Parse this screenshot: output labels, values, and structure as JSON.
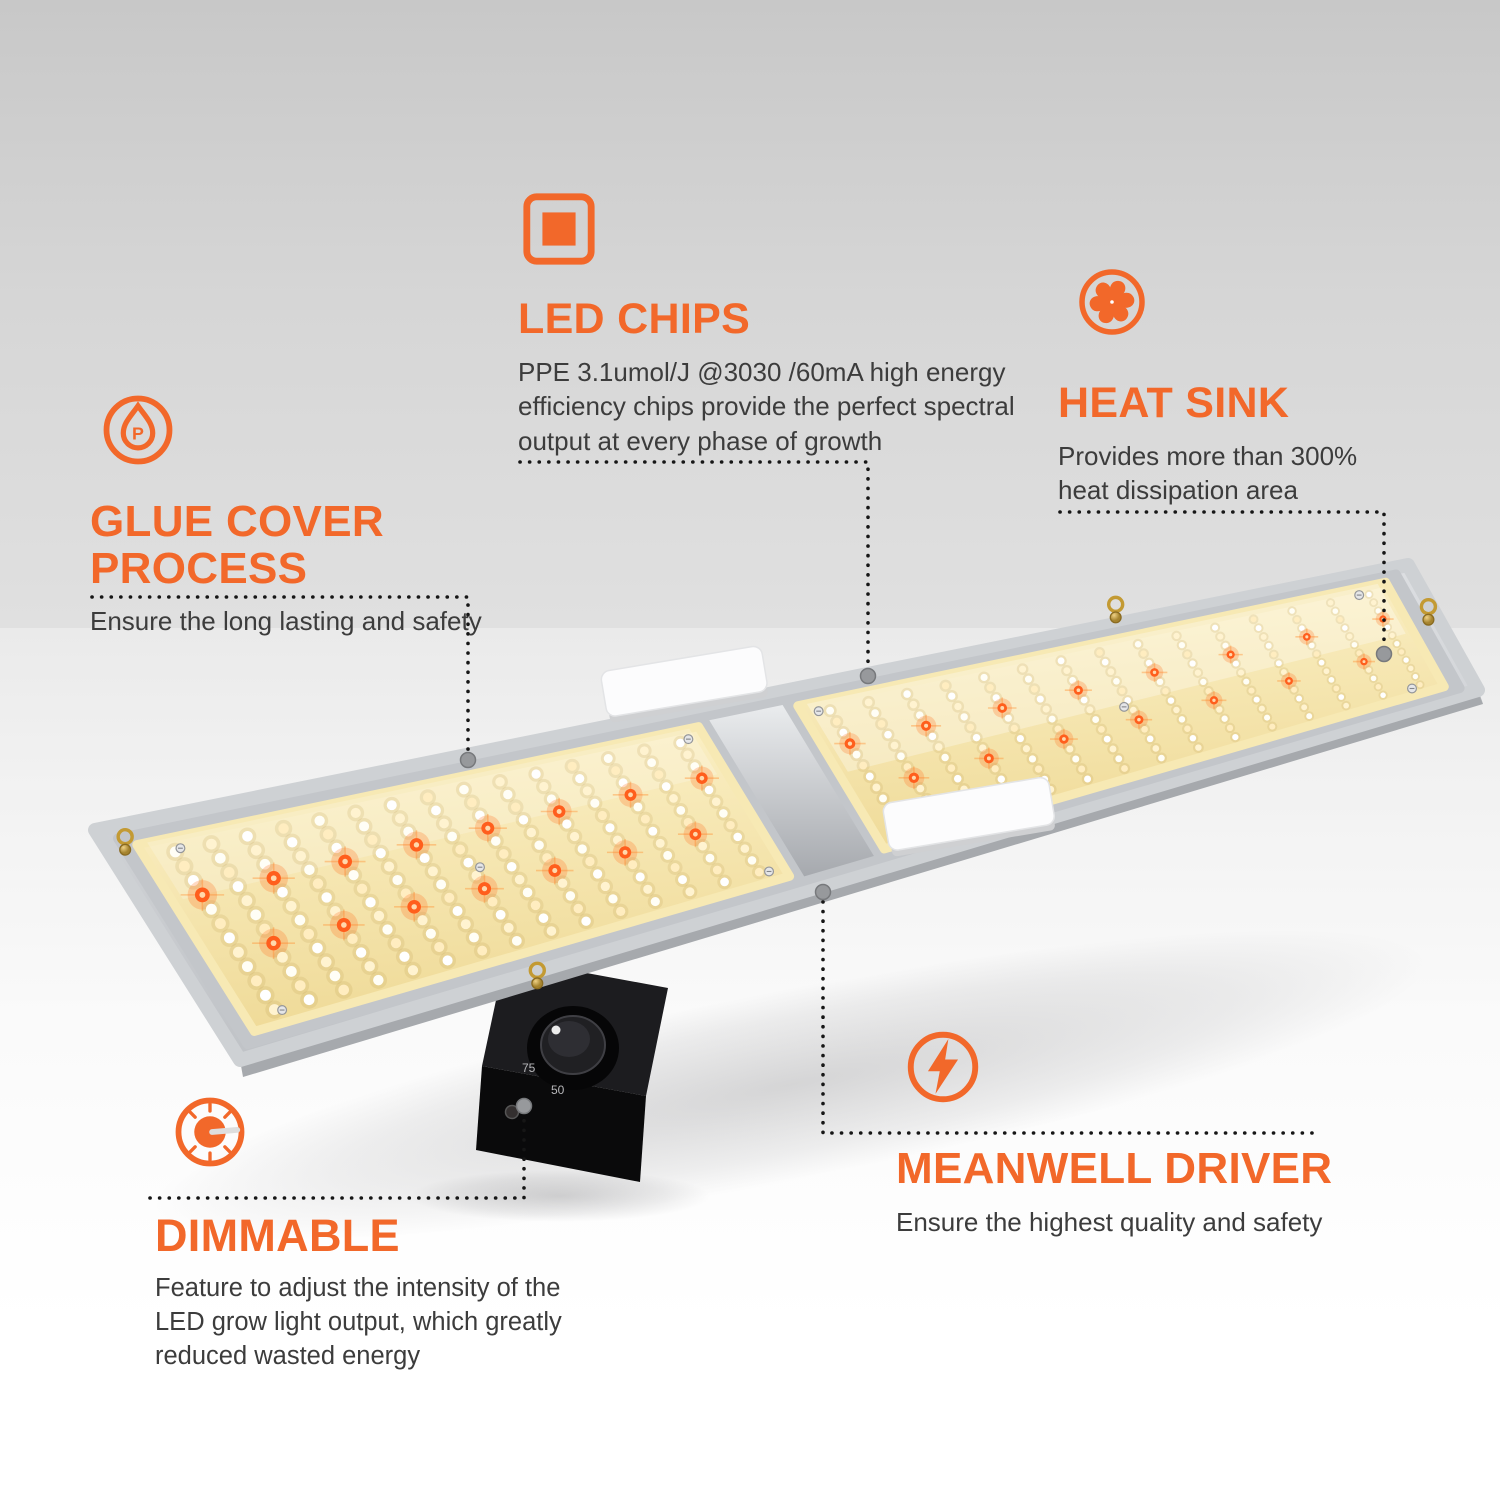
{
  "colors": {
    "accent": "#F2682A",
    "body_text": "#3C3C3C",
    "leader_dot": "#97999C"
  },
  "callouts": {
    "led_chips": {
      "title": "LED CHIPS",
      "desc": "PPE 3.1umol/J @3030 /60mA high energy efficiency chips provide the perfect spectral output at every phase of growth"
    },
    "heat_sink": {
      "title": "HEAT SINK",
      "desc": "Provides more than 300% heat dissipation area"
    },
    "glue_cover": {
      "title": "GLUE COVER PROCESS",
      "desc": "Ensure the long lasting and safety",
      "icon_letter": "P"
    },
    "dimmable": {
      "title": "DIMMABLE",
      "desc": "Feature to adjust the intensity of the LED grow light output, which greatly reduced wasted energy"
    },
    "meanwell_driver": {
      "title": "MEANWELL DRIVER",
      "desc": "Ensure the highest quality and safety"
    }
  },
  "dimmer_knob": {
    "scale_labels": [
      "75",
      "50"
    ]
  }
}
